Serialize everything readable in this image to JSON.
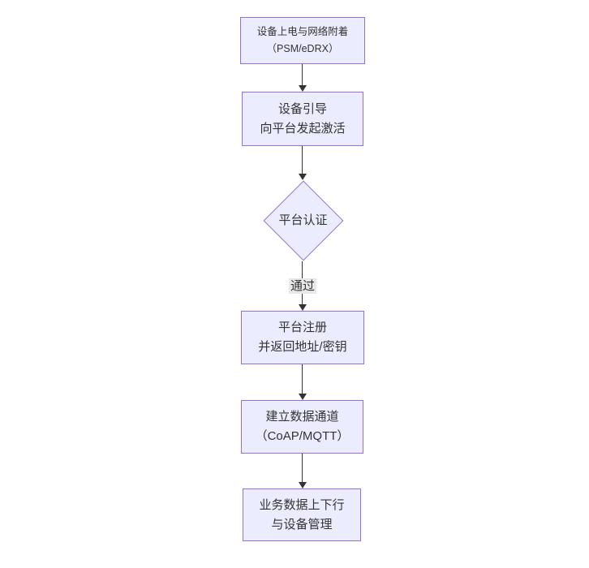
{
  "diagram": {
    "type": "flowchart",
    "direction": "top-down",
    "colors": {
      "background": "#ffffff",
      "node_fill": "#ECECFF",
      "node_border": "#9370DB",
      "arrow": "#333333",
      "text": "#333333",
      "edge_label_bg": "#e8e8e8"
    },
    "nodes": [
      {
        "id": "power-attach",
        "shape": "rect",
        "lines": [
          "设备上电与网络附着",
          "（PSM/eDRX）"
        ]
      },
      {
        "id": "bootstrap",
        "shape": "rect",
        "lines": [
          "设备引导",
          "向平台发起激活"
        ]
      },
      {
        "id": "platform-auth",
        "shape": "diamond",
        "lines": [
          "平台认证"
        ]
      },
      {
        "id": "platform-register",
        "shape": "rect",
        "lines": [
          "平台注册",
          "并返回地址/密钥"
        ]
      },
      {
        "id": "data-channel",
        "shape": "rect",
        "lines": [
          "建立数据通道",
          "（CoAP/MQTT）"
        ]
      },
      {
        "id": "business-data",
        "shape": "rect",
        "lines": [
          "业务数据上下行",
          "与设备管理"
        ]
      }
    ],
    "edges": [
      {
        "from": "power-attach",
        "to": "bootstrap",
        "label": ""
      },
      {
        "from": "bootstrap",
        "to": "platform-auth",
        "label": ""
      },
      {
        "from": "platform-auth",
        "to": "platform-register",
        "label": "通过"
      },
      {
        "from": "platform-register",
        "to": "data-channel",
        "label": ""
      },
      {
        "from": "data-channel",
        "to": "business-data",
        "label": ""
      }
    ]
  }
}
